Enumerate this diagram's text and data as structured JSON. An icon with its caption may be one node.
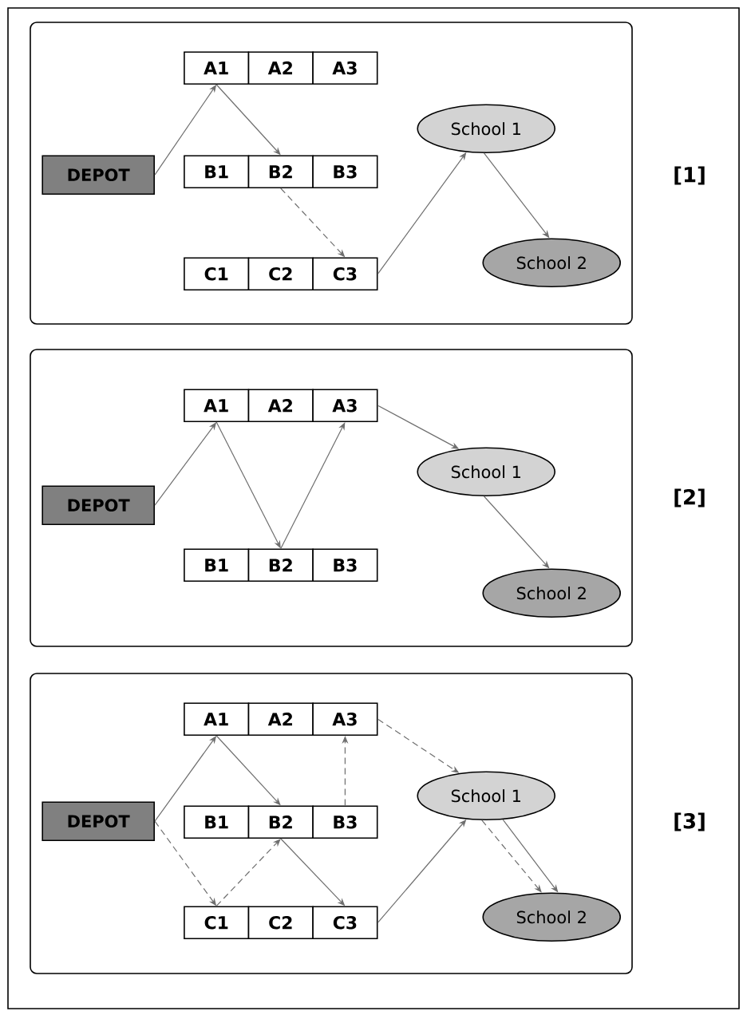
{
  "diagram": {
    "nodes": [
      {
        "text": [],
        "shape": "box",
        "beside": [
          "[1]"
        ]
      },
      {
        "text": [
          "A1"
        ],
        "in": 0
      },
      {
        "text": [
          "A2"
        ],
        "in": 0
      },
      {
        "text": [
          "A3"
        ],
        "in": 0
      },
      {
        "text": [
          "B1"
        ],
        "in": 0
      },
      {
        "text": [
          "B2"
        ],
        "in": 0
      },
      {
        "text": [
          "B3"
        ],
        "in": 0
      },
      {
        "text": [
          "C1"
        ],
        "in": 0
      },
      {
        "text": [
          "C2"
        ],
        "in": 0
      },
      {
        "text": [
          "C3"
        ],
        "in": 0
      },
      {
        "text": [
          "DEPOT"
        ],
        "in": 0
      },
      {
        "text": [
          "School 1"
        ],
        "in": 0
      },
      {
        "text": [
          "School 2"
        ],
        "in": 0
      },
      {
        "text": [],
        "shape": "box",
        "beside": [
          "[2]"
        ]
      },
      {
        "text": [
          "A1"
        ],
        "in": 13
      },
      {
        "text": [
          "A2"
        ],
        "in": 13
      },
      {
        "text": [
          "A3"
        ],
        "in": 13
      },
      {
        "text": [
          "B1"
        ],
        "in": 13
      },
      {
        "text": [
          "B2"
        ],
        "in": 13
      },
      {
        "text": [
          "B3"
        ],
        "in": 13
      },
      {
        "text": [
          "DEPOT"
        ],
        "in": 13
      },
      {
        "text": [
          "School 1"
        ],
        "in": 13
      },
      {
        "text": [
          "School 2"
        ],
        "in": 13
      },
      {
        "text": [],
        "shape": "box",
        "beside": [
          "[3]"
        ]
      },
      {
        "text": [
          "A1"
        ],
        "in": 23
      },
      {
        "text": [
          "A2"
        ],
        "in": 23
      },
      {
        "text": [
          "A3"
        ],
        "in": 23
      },
      {
        "text": [
          "B1"
        ],
        "in": 23
      },
      {
        "text": [
          "B2"
        ],
        "in": 23
      },
      {
        "text": [
          "B3"
        ],
        "in": 23
      },
      {
        "text": [
          "C1"
        ],
        "in": 23
      },
      {
        "text": [
          "C2"
        ],
        "in": 23
      },
      {
        "text": [
          "C3"
        ],
        "in": 23
      },
      {
        "text": [
          "DEPOT"
        ],
        "in": 23
      },
      {
        "text": [
          "School 1"
        ],
        "in": 23
      },
      {
        "text": [
          "School 2"
        ],
        "in": 23
      }
    ],
    "edges": [
      {
        "from": 10,
        "to": 1,
        "arrow": "to"
      },
      {
        "from": 1,
        "to": 5,
        "arrow": "to"
      },
      {
        "from": 5,
        "to": 9,
        "arrow": "to",
        "style": "dashed"
      },
      {
        "from": 9,
        "to": 11,
        "arrow": "to"
      },
      {
        "from": 11,
        "to": 12,
        "arrow": "to"
      },
      {
        "from": 20,
        "to": 14,
        "arrow": "to"
      },
      {
        "from": 14,
        "to": 18,
        "arrow": "to"
      },
      {
        "from": 18,
        "to": 16,
        "arrow": "to"
      },
      {
        "from": 16,
        "to": 21,
        "arrow": "to"
      },
      {
        "from": 21,
        "to": 22,
        "arrow": "to"
      },
      {
        "from": 33,
        "to": 24,
        "arrow": "to"
      },
      {
        "from": 24,
        "to": 28,
        "arrow": "to"
      },
      {
        "from": 28,
        "to": 32,
        "arrow": "to"
      },
      {
        "from": 32,
        "to": 34,
        "arrow": "to"
      },
      {
        "from": 34,
        "to": 35,
        "arrow": "to"
      },
      {
        "from": 33,
        "to": 30,
        "arrow": "to",
        "style": "dashed"
      },
      {
        "from": 30,
        "to": 28,
        "arrow": "to",
        "style": "dashed"
      },
      {
        "from": 29,
        "to": 26,
        "arrow": "to",
        "style": "dashed"
      },
      {
        "from": 26,
        "to": 34,
        "arrow": "to",
        "style": "dashed"
      },
      {
        "from": 34,
        "to": 35,
        "arrow": "to",
        "style": "dashed"
      }
    ]
  }
}
